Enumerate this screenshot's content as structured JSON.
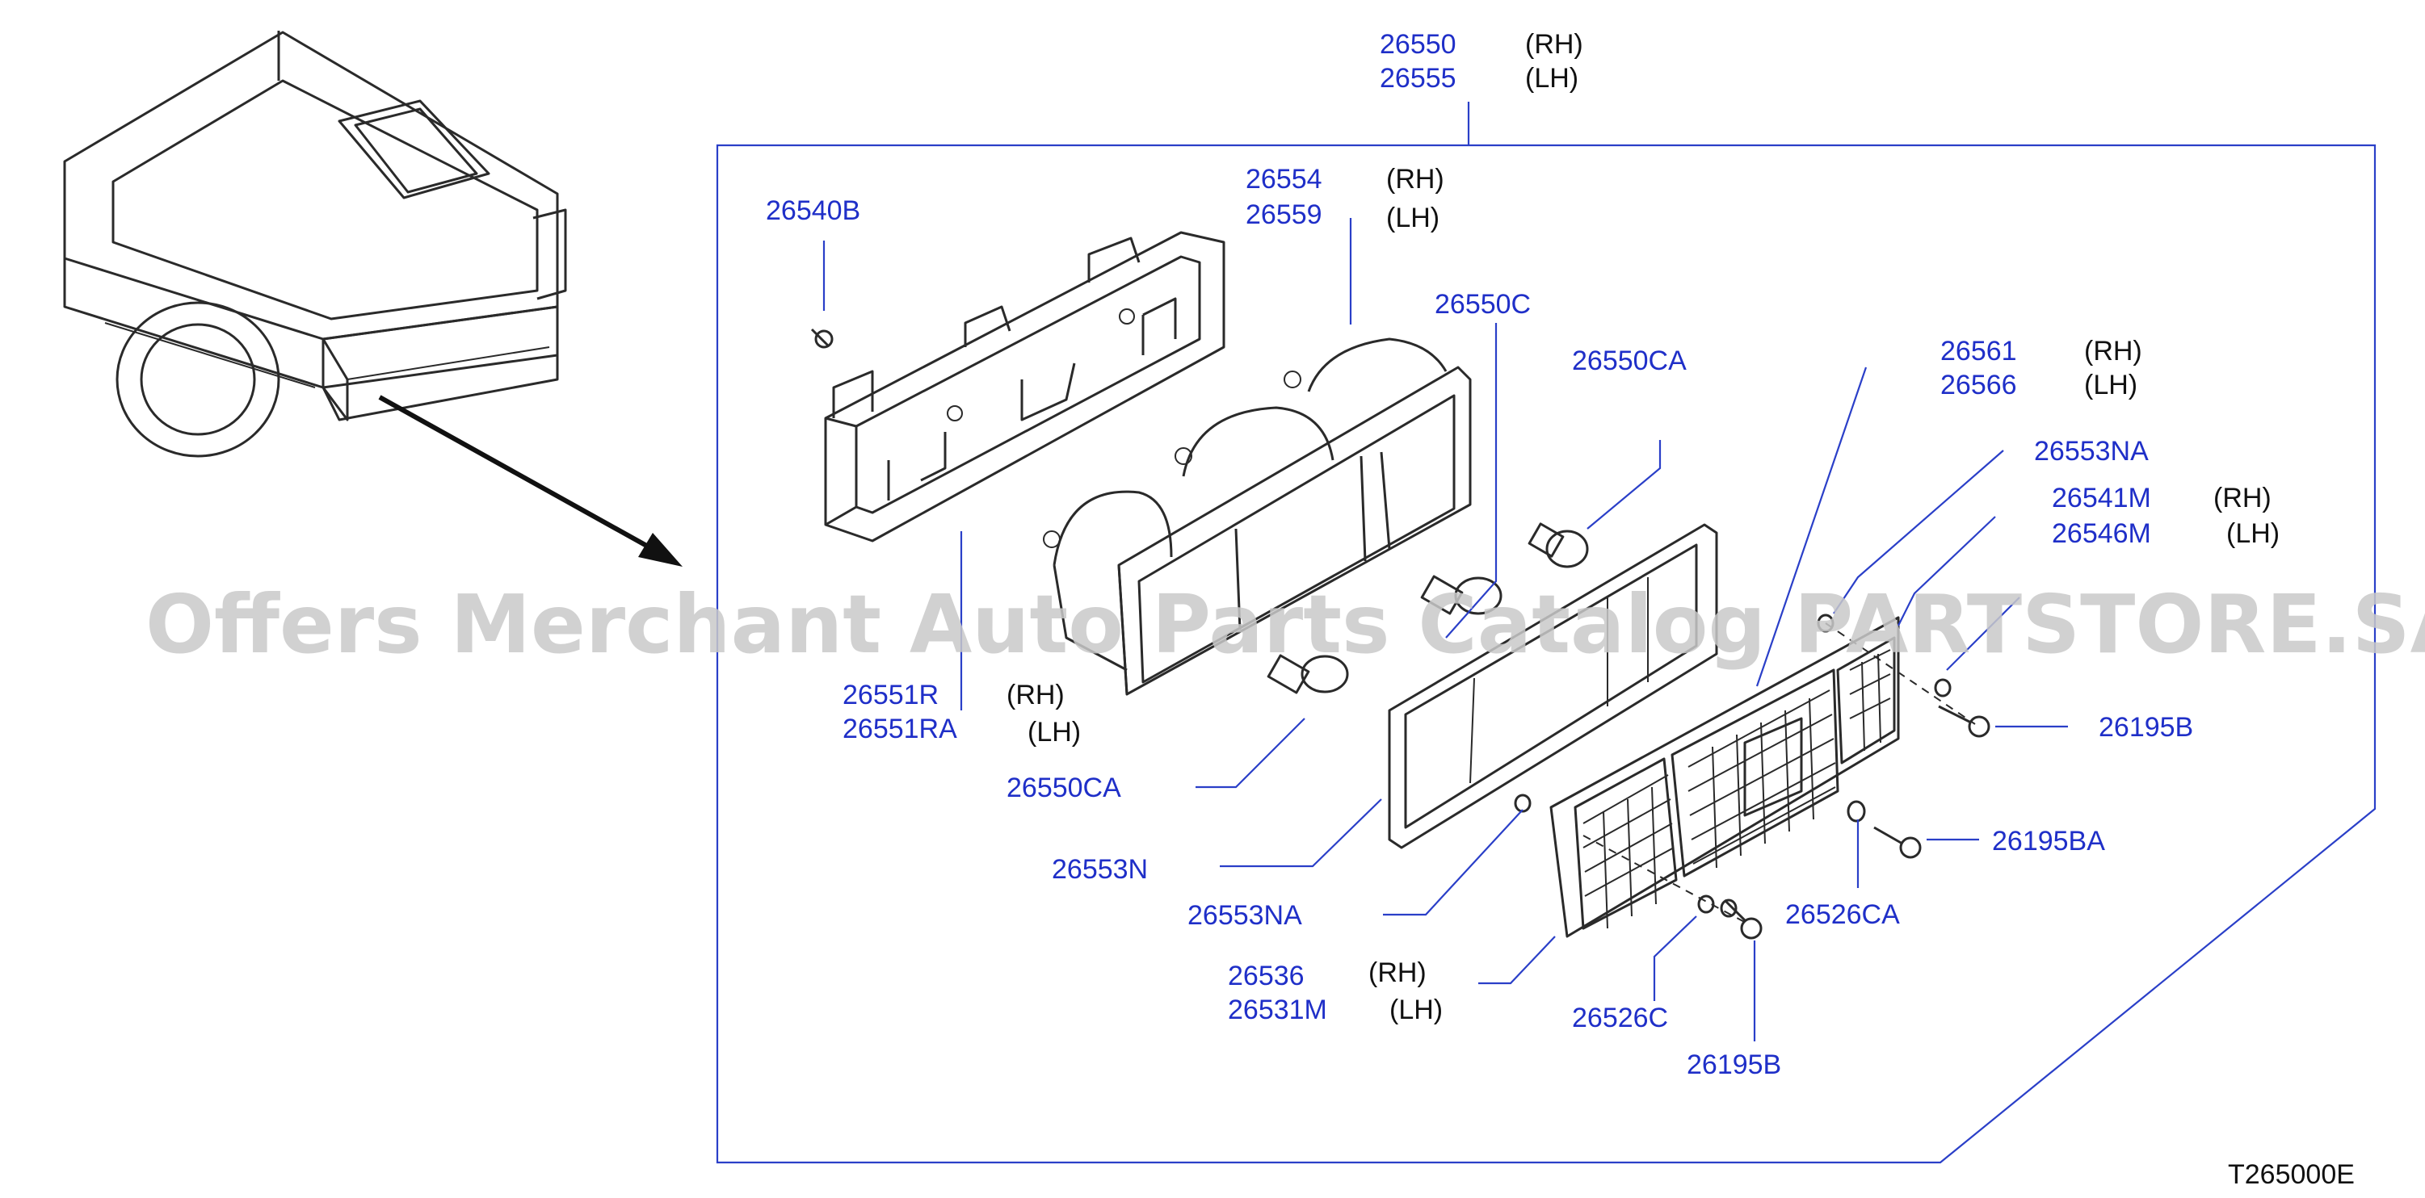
{
  "top_assembly": {
    "part_rh": "26550",
    "side_rh": "(RH)",
    "part_lh": "26555",
    "side_lh": "(LH)"
  },
  "callouts": {
    "c26540b": "26540B",
    "c26554": {
      "rh": "26554",
      "rh_side": "(RH)",
      "lh": "26559",
      "lh_side": "(LH)"
    },
    "c26550c": "26550C",
    "c26550ca_top": "26550CA",
    "c26561": {
      "rh": "26561",
      "rh_side": "(RH)",
      "lh": "26566",
      "lh_side": "(LH)"
    },
    "c26553na_top": "26553NA",
    "c26541m": {
      "rh": "26541M",
      "rh_side": "(RH)",
      "lh": "26546M",
      "lh_side": "(LH)"
    },
    "c26551r": {
      "rh": "26551R",
      "rh_side": "(RH)",
      "lh": "26551RA",
      "lh_side": "(LH)"
    },
    "c26550ca_bottom": "26550CA",
    "c26553n": "26553N",
    "c26553na_bottom": "26553NA",
    "c26536": {
      "rh": "26536",
      "rh_side": "(RH)",
      "lh": "26531M",
      "lh_side": "(LH)"
    },
    "c26526c": "26526C",
    "c26195b_bottom": "26195B",
    "c26526ca": "26526CA",
    "c26195ba": "26195BA",
    "c26195b_right": "26195B"
  },
  "diagram_code": "T265000E",
  "watermark": "Offers Merchant Auto Parts Catalog PARTSTORE.SA",
  "colors": {
    "label": "#1f2fc8",
    "leader": "#2a3fc8",
    "line_art": "#2a2a2a",
    "watermark": "#c9c9c9"
  }
}
